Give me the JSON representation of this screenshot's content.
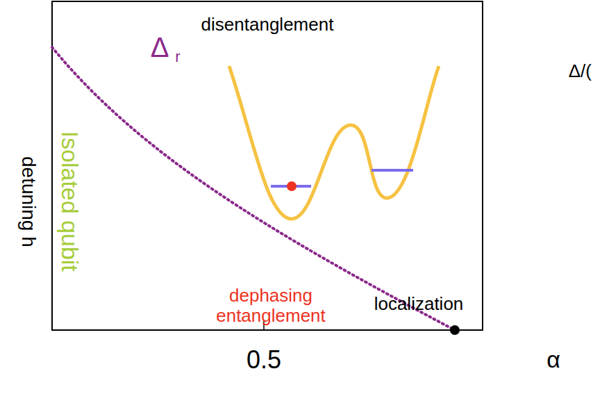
{
  "diagram": {
    "labels": [
      "disentanglement",
      "Δ",
      "r",
      "Δ/(",
      "detuning h",
      "Isolated qubit",
      "dephasing entanglement",
      "localization",
      "0.5",
      "α"
    ]
  }
}
